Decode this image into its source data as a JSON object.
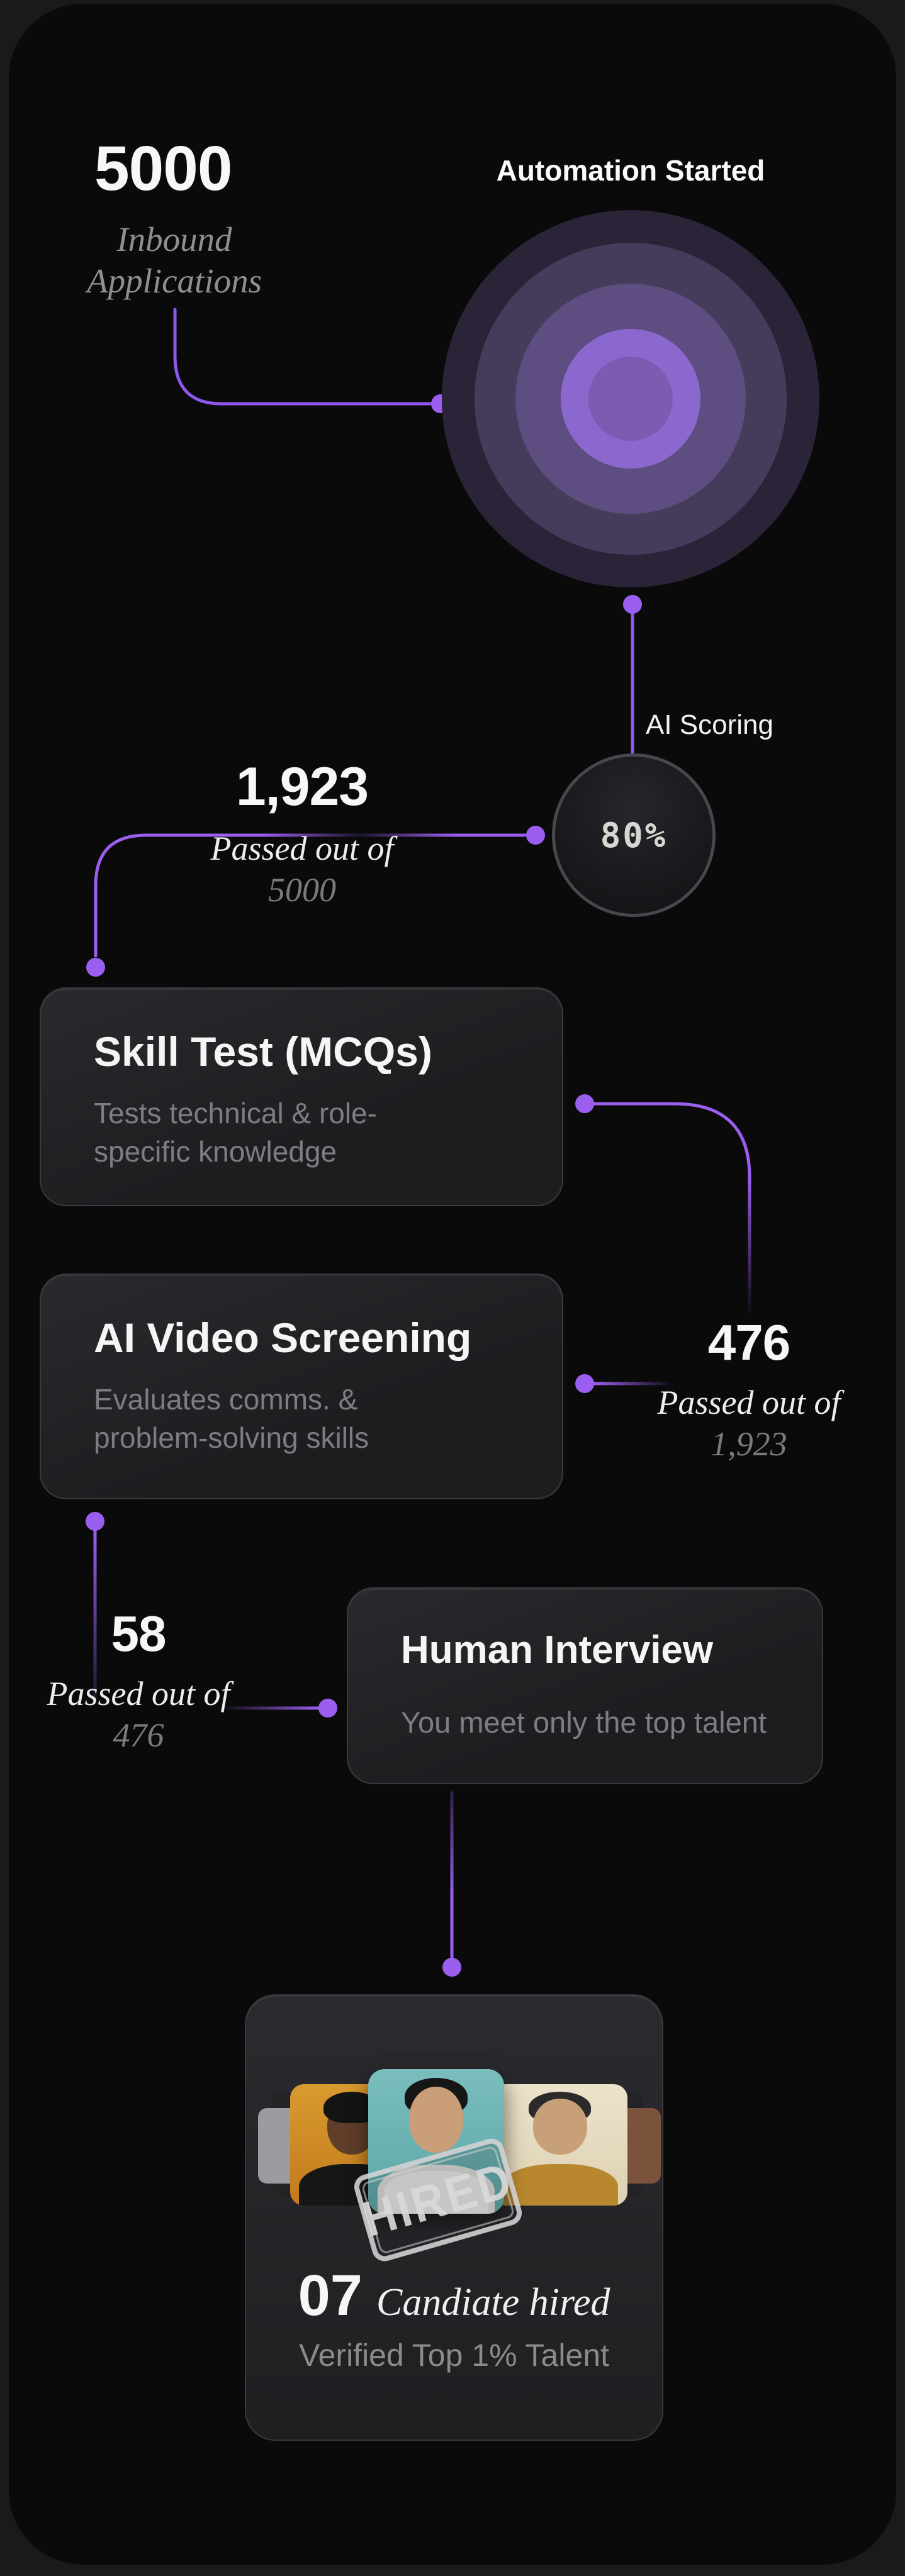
{
  "colors": {
    "accent": "#9b5ff0",
    "panel_bg": "#0a0a0b",
    "outer_bg": "#1a1a1a"
  },
  "stage_applications": {
    "count": "5000",
    "label_line1": "Inbound",
    "label_line2": "Applications"
  },
  "automation": {
    "title": "Automation Started"
  },
  "ai_scoring": {
    "label": "AI Scoring",
    "score": "80%"
  },
  "stat_mcq": {
    "count": "1,923",
    "label": "Passed out of",
    "total": "5000"
  },
  "card_skill_test": {
    "title": "Skill Test (MCQs)",
    "description": "Tests technical & role-specific knowledge"
  },
  "stat_video": {
    "count": "476",
    "label": "Passed out of",
    "total": "1,923"
  },
  "card_video": {
    "title": "AI Video Screening",
    "description": "Evaluates comms. & problem-solving skills"
  },
  "stat_human": {
    "count": "58",
    "label": "Passed out of",
    "total": "476"
  },
  "card_interview": {
    "title": "Human Interview",
    "description": "You meet only the top talent"
  },
  "final": {
    "stamp": "HIRED",
    "count": "07",
    "caption": "Candiate hired",
    "subcaption": "Verified Top 1% Talent"
  }
}
